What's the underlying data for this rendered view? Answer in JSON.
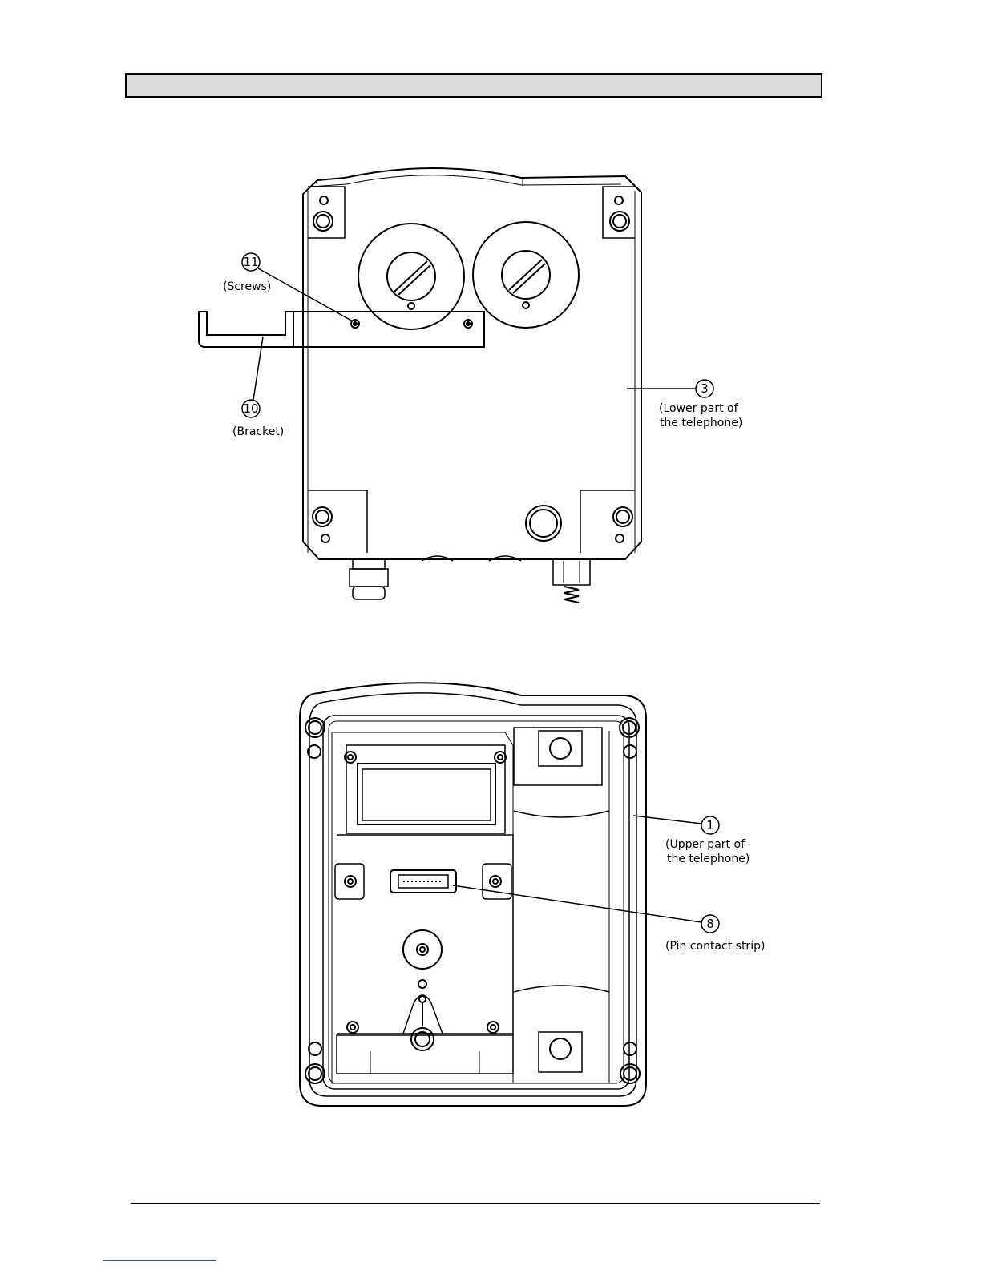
{
  "figure_top": {
    "callouts": [
      {
        "number": "11",
        "caption": "(Screws)"
      },
      {
        "number": "10",
        "caption": "(Bracket)"
      },
      {
        "number": "3",
        "caption_lines": [
          "(Lower part of",
          "the telephone)"
        ]
      }
    ]
  },
  "figure_bottom": {
    "callouts": [
      {
        "number": "1",
        "caption_lines": [
          "(Upper part of",
          "the telephone)"
        ]
      },
      {
        "number": "8",
        "caption": "(Pin contact strip)"
      }
    ]
  }
}
